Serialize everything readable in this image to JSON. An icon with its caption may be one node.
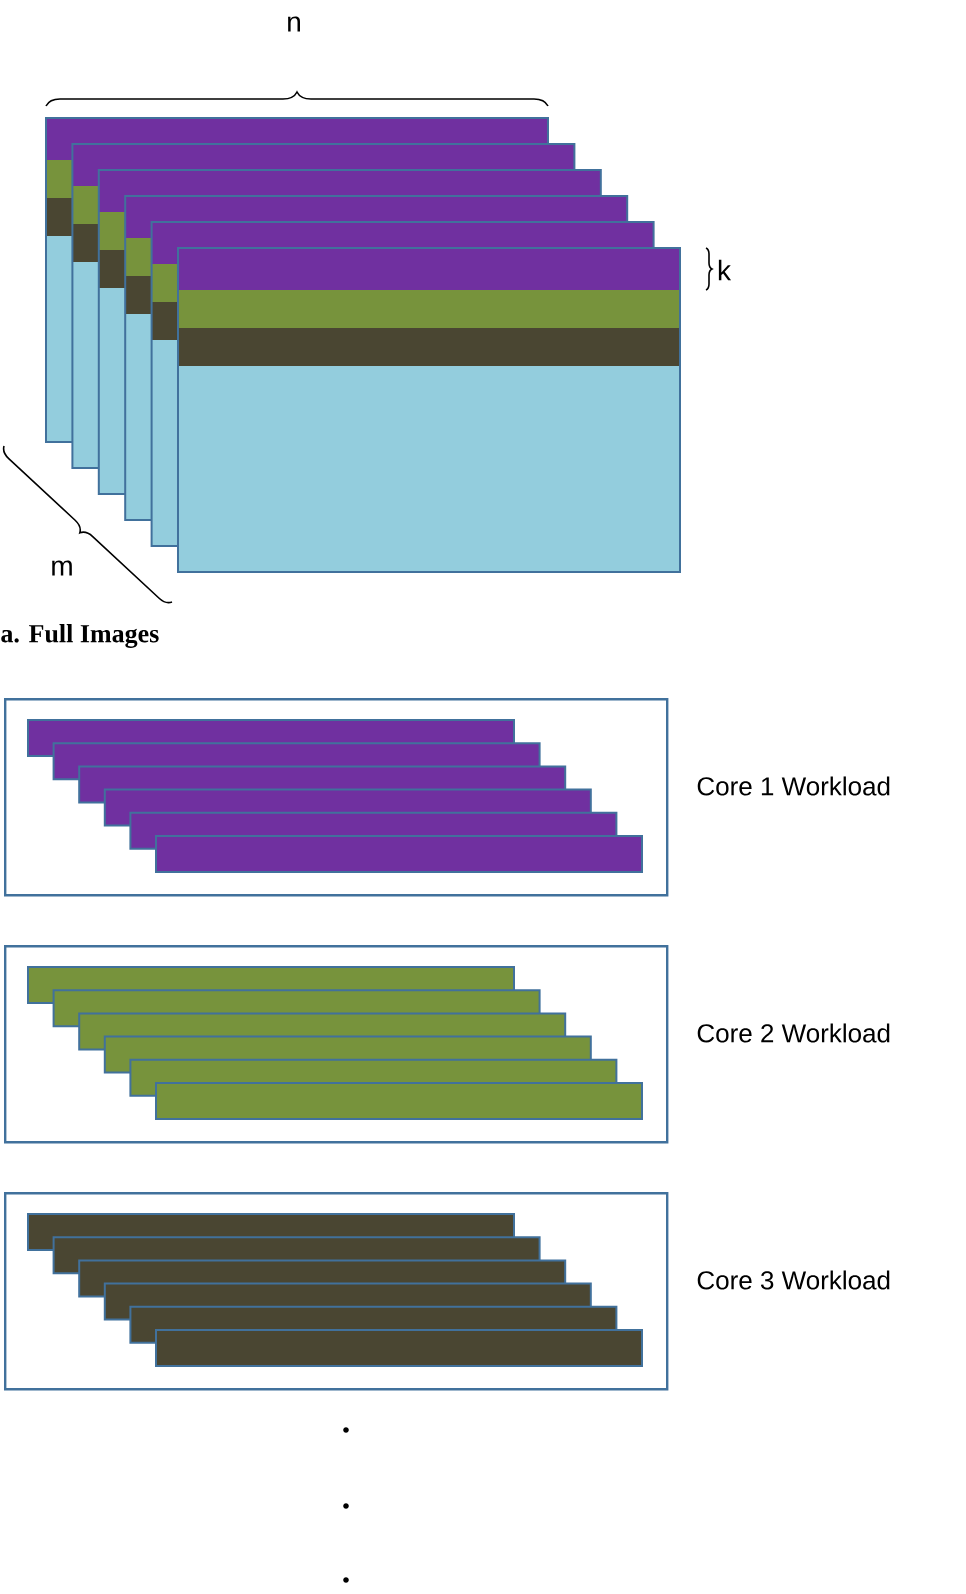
{
  "diagram": {
    "caption": "a. Full Images",
    "nodes": [
      {
        "text": [],
        "shape": "box",
        "beside": [
          "Core 1 Workload"
        ]
      },
      {
        "text": [],
        "shape": "box",
        "beside": [
          "Core 2 Workload"
        ]
      },
      {
        "text": [],
        "shape": "box",
        "beside": [
          "Core 3 Workload"
        ]
      }
    ],
    "labels": [
      "n",
      "k",
      "m"
    ]
  }
}
